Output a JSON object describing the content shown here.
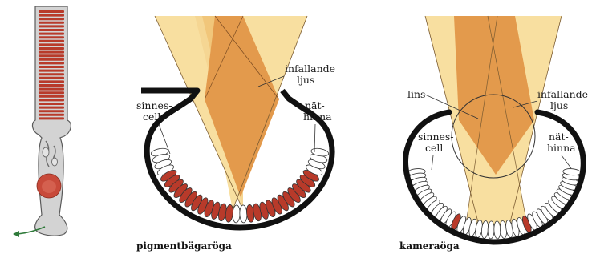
{
  "labels": {
    "cup_eye": {
      "incoming_light": [
        "infallande",
        "ljus"
      ],
      "sensory_cell": [
        "sinnes-",
        "cell"
      ],
      "retina": [
        "nät-",
        "hinna"
      ],
      "caption": "pigmentbägaröga"
    },
    "camera_eye": {
      "lens": "lins",
      "incoming_light": [
        "infallande",
        "ljus"
      ],
      "sensory_cell": [
        "sinnes-",
        "cell"
      ],
      "retina": [
        "nät-",
        "hinna"
      ],
      "caption": "kameraöga"
    }
  },
  "colors": {
    "light_pale": "#f8dfa0",
    "light_mid": "#f2c77a",
    "light_overlap": "#e39a4c",
    "pigment_red": "#b83a2a",
    "cell_white": "#ffffff",
    "wall_black": "#111111",
    "photoreceptor_gray": "#cdcdcd",
    "outline": "#5a5a5a"
  },
  "icons": [
    "photoreceptor-cell-icon",
    "axon-arrow-icon"
  ]
}
